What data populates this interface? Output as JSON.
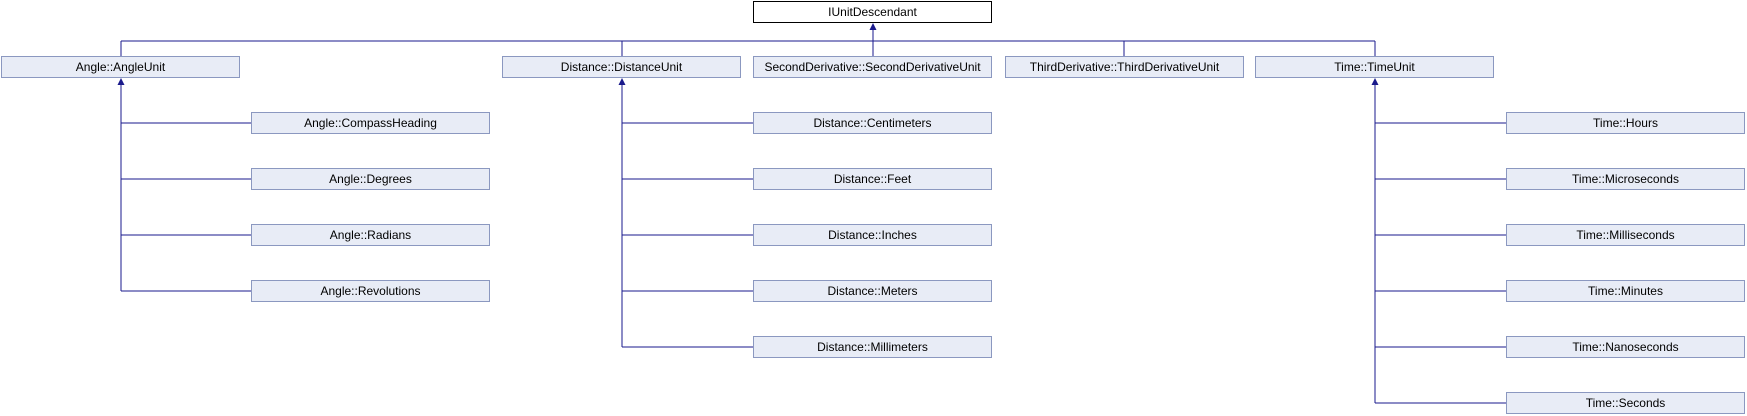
{
  "diagram": {
    "root": {
      "id": "iunit",
      "label": "IUnitDescendant"
    },
    "colors": {
      "edge": "#1a1a8c",
      "node_fill": "#e8ecf6",
      "node_border": "#8b98c0",
      "root_border": "#000000"
    },
    "groups": [
      {
        "parent": {
          "id": "angle",
          "label": "Angle::AngleUnit"
        },
        "children": [
          {
            "id": "compass",
            "label": "Angle::CompassHeading"
          },
          {
            "id": "degrees",
            "label": "Angle::Degrees"
          },
          {
            "id": "radians",
            "label": "Angle::Radians"
          },
          {
            "id": "revolutions",
            "label": "Angle::Revolutions"
          }
        ]
      },
      {
        "parent": {
          "id": "distance",
          "label": "Distance::DistanceUnit"
        },
        "children": [
          {
            "id": "centimeters",
            "label": "Distance::Centimeters"
          },
          {
            "id": "feet",
            "label": "Distance::Feet"
          },
          {
            "id": "inches",
            "label": "Distance::Inches"
          },
          {
            "id": "meters",
            "label": "Distance::Meters"
          },
          {
            "id": "millimeters",
            "label": "Distance::Millimeters"
          }
        ]
      },
      {
        "parent": {
          "id": "second",
          "label": "SecondDerivative::SecondDerivativeUnit"
        },
        "children": []
      },
      {
        "parent": {
          "id": "third",
          "label": "ThirdDerivative::ThirdDerivativeUnit"
        },
        "children": []
      },
      {
        "parent": {
          "id": "time",
          "label": "Time::TimeUnit"
        },
        "children": [
          {
            "id": "hours",
            "label": "Time::Hours"
          },
          {
            "id": "microseconds",
            "label": "Time::Microseconds"
          },
          {
            "id": "milliseconds",
            "label": "Time::Milliseconds"
          },
          {
            "id": "minutes",
            "label": "Time::Minutes"
          },
          {
            "id": "nanoseconds",
            "label": "Time::Nanoseconds"
          },
          {
            "id": "seconds",
            "label": "Time::Seconds"
          }
        ]
      }
    ]
  }
}
